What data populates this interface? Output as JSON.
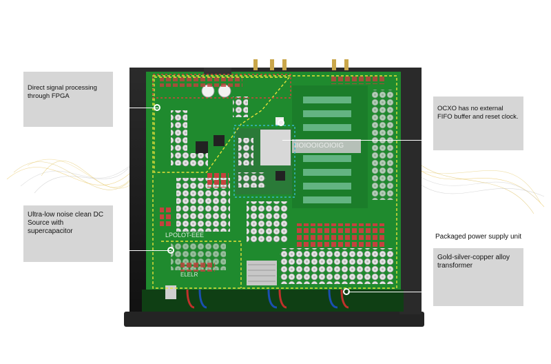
{
  "callouts": {
    "fpga": "Direct signal processing through FPGA",
    "ocxo": "OCXO has no external FIFO buffer and reset clock.",
    "dc": "Ultra-low noise clean DC Source with supercapacitor",
    "psu": "Packaged power supply unit",
    "transformer": "Gold-silver-copper alloy transformer"
  },
  "board_text": {
    "top_chip": "IIOIOOIGOIOIG",
    "side_label": "LPOLOT-EEE",
    "bottom_label": "ELELR"
  },
  "colors": {
    "pcb": "#1f8a2e",
    "chassis": "#1a1a1a",
    "callout_bg": "#d2d2d2",
    "dashed_yellow": "#e8e23a",
    "dashed_red": "#d8433a",
    "dashed_cyan": "#39b9c9"
  }
}
